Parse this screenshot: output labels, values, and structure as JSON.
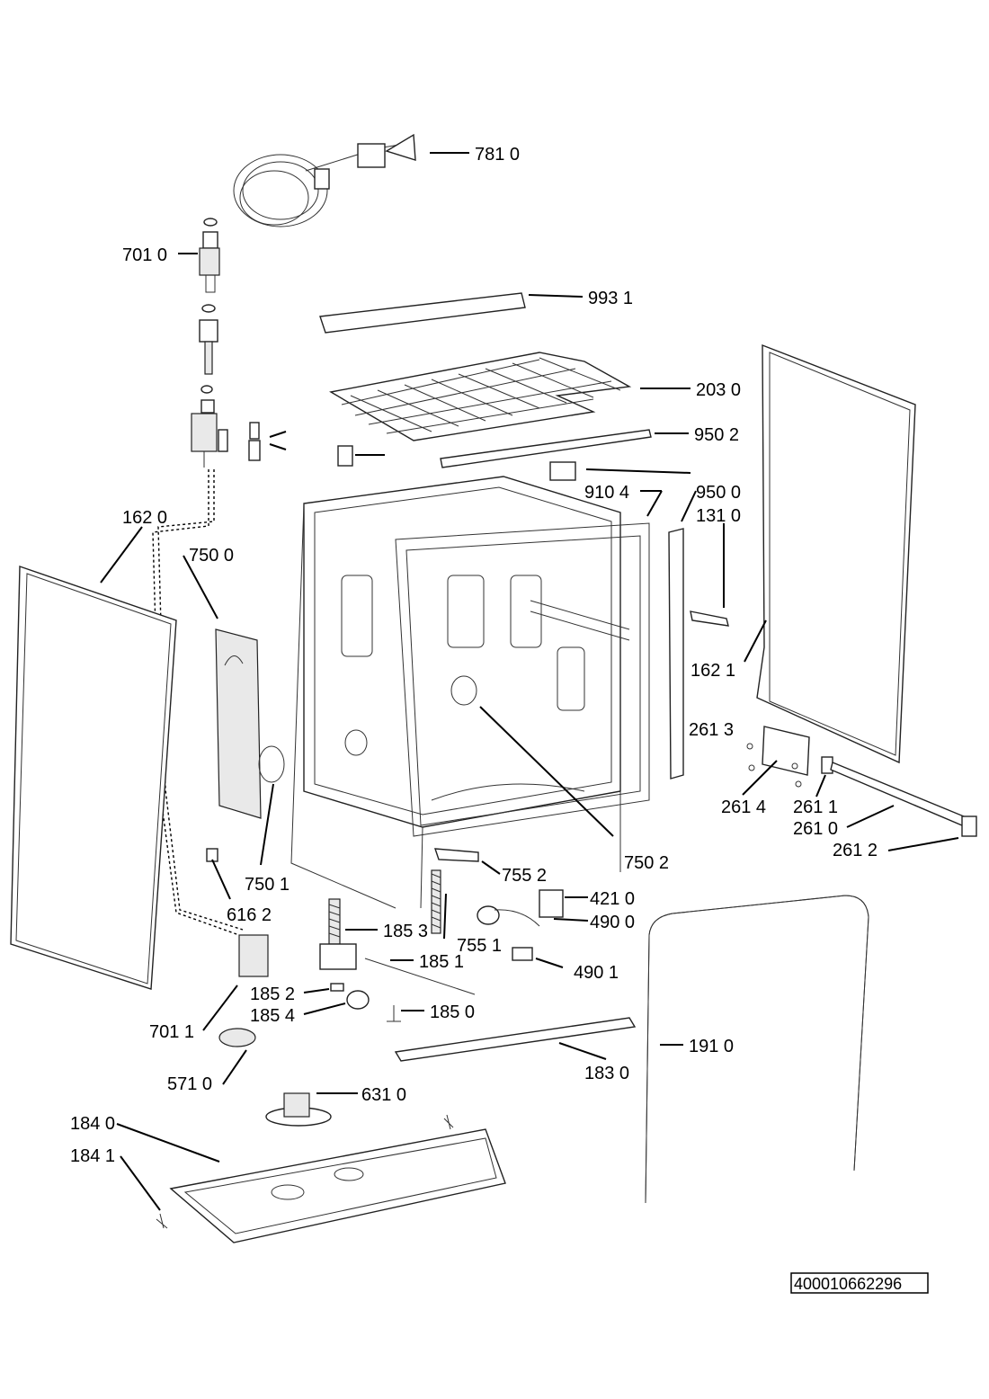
{
  "labels": [
    {
      "key": "p7810",
      "text": "781 0"
    },
    {
      "key": "p7010",
      "text": "701 0"
    },
    {
      "key": "p9931",
      "text": "993 1"
    },
    {
      "key": "p2030",
      "text": "203 0"
    },
    {
      "key": "p9502",
      "text": "950 2"
    },
    {
      "key": "p9104",
      "text": "910 4"
    },
    {
      "key": "p9500",
      "text": "950 0"
    },
    {
      "key": "p1310",
      "text": "131 0"
    },
    {
      "key": "p1620",
      "text": "162 0"
    },
    {
      "key": "p7500",
      "text": "750 0"
    },
    {
      "key": "p1621",
      "text": "162 1"
    },
    {
      "key": "p2613",
      "text": "261 3"
    },
    {
      "key": "p2614",
      "text": "261 4"
    },
    {
      "key": "p2611",
      "text": "261 1"
    },
    {
      "key": "p2610",
      "text": "261 0"
    },
    {
      "key": "p2612",
      "text": "261 2"
    },
    {
      "key": "p7502",
      "text": "750 2"
    },
    {
      "key": "p7552",
      "text": "755 2"
    },
    {
      "key": "p7501",
      "text": "750 1"
    },
    {
      "key": "p4210",
      "text": "421 0"
    },
    {
      "key": "p4900",
      "text": "490 0"
    },
    {
      "key": "p6162",
      "text": "616 2"
    },
    {
      "key": "p1853",
      "text": "185 3"
    },
    {
      "key": "p7551",
      "text": "755 1"
    },
    {
      "key": "p1851",
      "text": "185 1"
    },
    {
      "key": "p4901",
      "text": "490 1"
    },
    {
      "key": "p1852",
      "text": "185 2"
    },
    {
      "key": "p1854",
      "text": "185 4"
    },
    {
      "key": "p1850",
      "text": "185 0"
    },
    {
      "key": "p7011",
      "text": "701 1"
    },
    {
      "key": "p1910",
      "text": "191 0"
    },
    {
      "key": "p1830",
      "text": "183 0"
    },
    {
      "key": "p5710",
      "text": "571 0"
    },
    {
      "key": "p6310",
      "text": "631 0"
    },
    {
      "key": "p1840",
      "text": "184 0"
    },
    {
      "key": "p1841",
      "text": "184 1"
    }
  ],
  "document_code": "400010662296"
}
